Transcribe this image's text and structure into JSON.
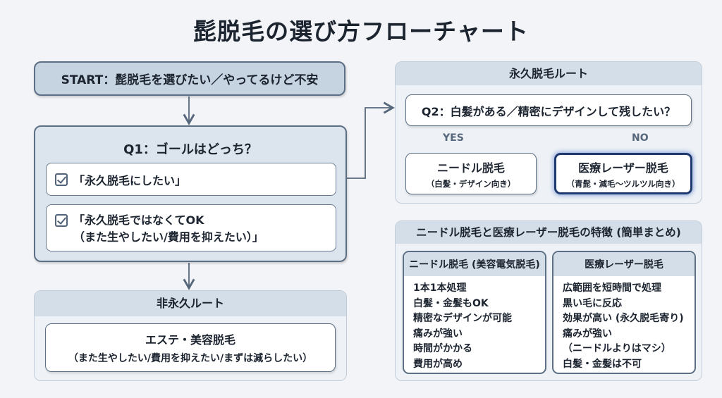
{
  "title": "髭脱毛の選び方フローチャート",
  "start": "START：髭脱毛を選びたい／やってるけど不安",
  "q1": {
    "question": "Q1：ゴールはどっち？",
    "option1": "「永久脱毛にしたい」",
    "option2_line1": "「永久脱毛ではなくてOK",
    "option2_line2": "（また生やしたい/費用を抑えたい）」"
  },
  "non_permanent": {
    "header": "非永久ルート",
    "result_title": "エステ・美容脱毛",
    "result_sub": "（また生やしたい/費用を抑えたい/まずは減らしたい）"
  },
  "permanent": {
    "header": "永久脱毛ルート",
    "q2": "Q2：白髪がある／精密にデザインして残したい？",
    "yes": "YES",
    "no": "NO",
    "needle": {
      "title": "ニードル脱毛",
      "sub": "（白髪・デザイン向き）"
    },
    "laser": {
      "title": "医療レーザー脱毛",
      "sub": "（青髭・減毛〜ツルツル向き）"
    }
  },
  "summary": {
    "header": "ニードル脱毛と医療レーザー脱毛の特徴 (簡単まとめ)",
    "needle": {
      "title": "ニードル脱毛 (美容電気脱毛)",
      "items": [
        "1本1本処理",
        "白髪・金髪もOK",
        "精密なデザインが可能",
        "痛みが強い",
        "時間がかかる",
        "費用が高め"
      ]
    },
    "laser": {
      "title": "医療レーザー脱毛",
      "items": [
        "広範囲を短時間で処理",
        "黒い毛に反応",
        "効果が高い (永久脱毛寄り)",
        "痛みが強い",
        "（ニードルよりはマシ）",
        "白髪・金髪は不可"
      ]
    }
  },
  "colors": {
    "accent": "#1f3a6e",
    "panel": "#d4dee9"
  }
}
